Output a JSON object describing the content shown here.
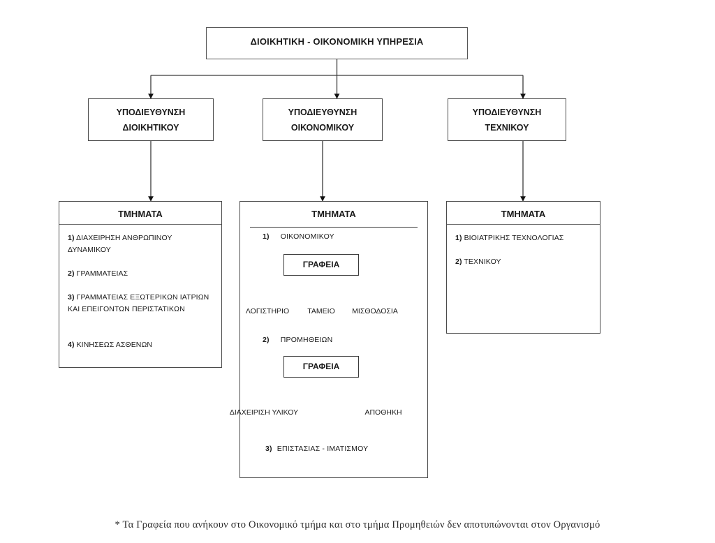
{
  "chart_title": "ΔΙΟΙΚΗΤΙΚΗ - ΟΙΚΟΝΟΜΙΚΗ ΥΠΗΡΕΣΙΑ",
  "root": {
    "label": "ΔΙΟΙΚΗΤΙΚΗ - ΟΙΚΟΝΟΜΙΚΗ ΥΠΗΡΕΣΙΑ"
  },
  "directorates": [
    {
      "line1": "ΥΠΟΔΙΕΥΘΥΝΣΗ",
      "line2": "ΔΙΟΙΚΗΤΙΚΟΥ"
    },
    {
      "line1": "ΥΠΟΔΙΕΥΘΥΝΣΗ",
      "line2": "ΟΙΚΟΝΟΜΙΚΟΥ"
    },
    {
      "line1": "ΥΠΟΔΙΕΥΘΥΝΣΗ",
      "line2": "ΤΕΧΝΙΚΟΥ"
    }
  ],
  "panels": {
    "left": {
      "header": "ΤΜΗΜΑΤΑ",
      "items": [
        {
          "num": "1)",
          "text": "ΔΙΑΧΕΙΡΗΣΗ ΑΝΘΡΩΠΙΝΟΥ ΔΥΝΑΜΙΚΟΥ"
        },
        {
          "num": "2)",
          "text": "ΓΡΑΜΜΑΤΕΙΑΣ"
        },
        {
          "num": "3)",
          "text": "ΓΡΑΜΜΑΤΕΙΑΣ ΕΞΩΤΕΡΙΚΩΝ ΙΑΤΡΙΩΝ ΚΑΙ ΕΠΕΙΓΟΝΤΩΝ ΠΕΡΙΣΤΑΤΙΚΩΝ"
        },
        {
          "num": "4)",
          "text": "ΚΙΝΗΣΕΩΣ ΑΣΘΕΝΩΝ"
        }
      ]
    },
    "middle": {
      "header": "ΤΜΗΜΑΤΑ",
      "branches": [
        {
          "num": "1)",
          "text": "ΟΙΚΟΝΟΜΙΚΟΥ",
          "offices_label": "ΓΡΑΦΕΙΑ",
          "leaves": [
            "ΛΟΓΙΣΤΗΡΙΟ",
            "ΤΑΜΕΙΟ",
            "ΜΙΣΘΟΔΟΣΙΑ"
          ]
        },
        {
          "num": "2)",
          "text": "ΠΡΟΜΗΘΕΙΩΝ",
          "offices_label": "ΓΡΑΦΕΙΑ",
          "leaves": [
            "ΔΙΑΧΕΙΡΙΣΗ ΥΛΙΚΟΥ",
            "ΑΠΟΘΗΚΗ"
          ]
        },
        {
          "num": "3)",
          "text": "ΕΠΙΣΤΑΣΙΑΣ - ΙΜΑΤΙΣΜΟΥ",
          "offices_label": null,
          "leaves": []
        }
      ]
    },
    "right": {
      "header": "ΤΜΗΜΑΤΑ",
      "items": [
        {
          "num": "1)",
          "text": "ΒΙΟΙΑΤΡΙΚΗΣ ΤΕΧΝΟΛΟΓΙΑΣ"
        },
        {
          "num": "2)",
          "text": "ΤΕΧΝΙΚΟΥ"
        }
      ]
    }
  },
  "footnote": "*  Τα Γραφεία που ανήκουν στο Οικονομικό τμήμα και στο τμήμα Προμηθειών δεν αποτυπώνονται στον Οργανισμό",
  "colors": {
    "background": "#ffffff",
    "box_border": "#4a4a4a",
    "connector": "#3a3a3a",
    "text": "#1a1a1a"
  },
  "chart_data": {
    "type": "diagram",
    "title": "ΔΙΟΙΚΗΤΙΚΗ - ΟΙΚΟΝΟΜΙΚΗ ΥΠΗΡΕΣΙΑ",
    "nodes": [
      {
        "id": "root",
        "label": "ΔΙΟΙΚΗΤΙΚΗ - ΟΙΚΟΝΟΜΙΚΗ ΥΠΗΡΕΣΙΑ",
        "level": 0
      },
      {
        "id": "dir-admin",
        "label": "ΥΠΟΔΙΕΥΘΥΝΣΗ ΔΙΟΙΚΗΤΙΚΟΥ",
        "level": 1,
        "parent": "root"
      },
      {
        "id": "dir-finance",
        "label": "ΥΠΟΔΙΕΥΘΥΝΣΗ ΟΙΚΟΝΟΜΙΚΟΥ",
        "level": 1,
        "parent": "root"
      },
      {
        "id": "dir-technical",
        "label": "ΥΠΟΔΙΕΥΘΥΝΣΗ ΤΕΧΝΙΚΟΥ",
        "level": 1,
        "parent": "root"
      },
      {
        "id": "dept-admin",
        "label": "ΤΜΗΜΑΤΑ",
        "level": 2,
        "parent": "dir-admin"
      },
      {
        "id": "dept-finance",
        "label": "ΤΜΗΜΑΤΑ",
        "level": 2,
        "parent": "dir-finance"
      },
      {
        "id": "dept-technical",
        "label": "ΤΜΗΜΑΤΑ",
        "level": 2,
        "parent": "dir-technical"
      }
    ],
    "edges": [
      [
        "root",
        "dir-admin"
      ],
      [
        "root",
        "dir-finance"
      ],
      [
        "root",
        "dir-technical"
      ],
      [
        "dir-admin",
        "dept-admin"
      ],
      [
        "dir-finance",
        "dept-finance"
      ],
      [
        "dir-technical",
        "dept-technical"
      ]
    ]
  }
}
